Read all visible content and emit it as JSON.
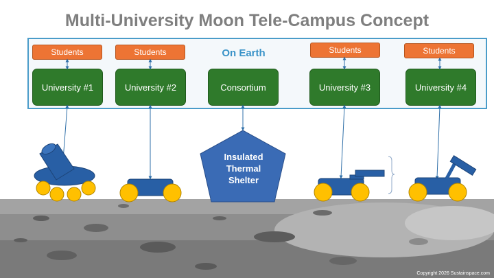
{
  "title": "Multi-University Moon Tele-Campus Concept",
  "earth_label": "On Earth",
  "students": [
    "Students",
    "Students",
    "Students",
    "Students"
  ],
  "nodes": [
    "University #1",
    "University #2",
    "Consortium",
    "University #3",
    "University #4"
  ],
  "shelter_lines": [
    "Insulated",
    "Thermal",
    "Shelter"
  ],
  "copyright": "Copyright 2026 Sustainspace.com",
  "colors": {
    "title": "#7f7f7f",
    "students": "#ed7434",
    "university": "#2f7a2b",
    "earth_border": "#4a9cc9",
    "earth_label": "#3a93c8",
    "rover": "#285fa5",
    "wheel": "#ffc000",
    "shelter": "#3a6bb5",
    "connector": "#2f6fa8"
  }
}
